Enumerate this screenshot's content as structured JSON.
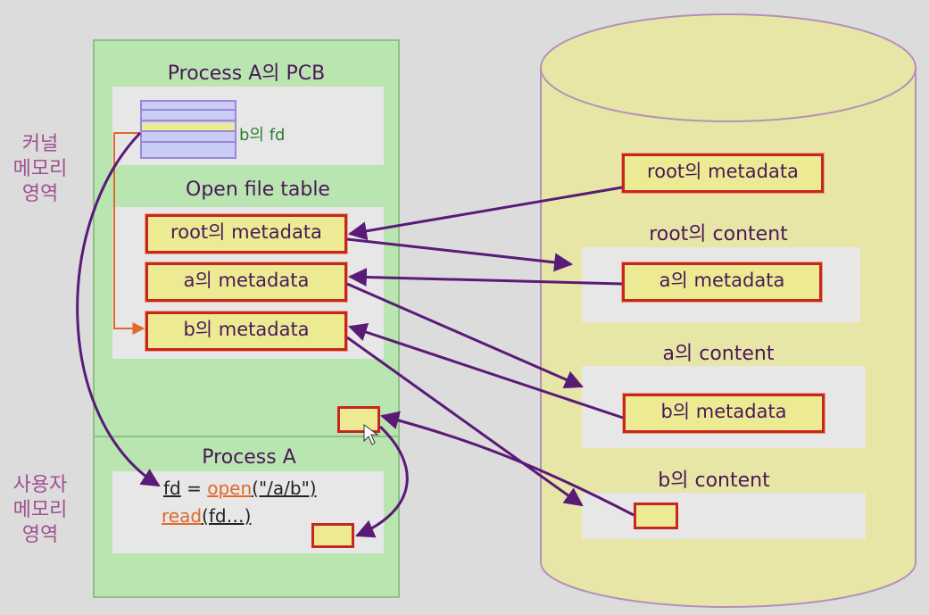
{
  "side_labels": {
    "kernel": [
      "커널",
      "메모리",
      "영역"
    ],
    "user": [
      "사용자",
      "메모리",
      "영역"
    ]
  },
  "kernel_panel": {
    "pcb_title": "Process A의 PCB",
    "fd_label": "b의 fd",
    "open_file_table_title": "Open file table",
    "entries": [
      "root의 metadata",
      "a의 metadata",
      "b의 metadata"
    ]
  },
  "user_panel": {
    "title": "Process A",
    "code": {
      "line1_var": "fd",
      "line1_eq": " = ",
      "line1_fn": "open",
      "line1_arg": "(\"/a/b\")",
      "line2_fn": "read",
      "line2_arg": "(fd…)"
    }
  },
  "disk": {
    "root_metadata": "root의 metadata",
    "root_content": "root의 content",
    "a_metadata": "a의 metadata",
    "a_content": "a의 content",
    "b_metadata": "b의 metadata",
    "b_content": "b의 content"
  },
  "colors": {
    "panel_green": "#b9e5b1",
    "cylinder_yellow": "#e7e6a6",
    "box_fill": "#eceb93",
    "box_border": "#c8251f",
    "arrow_purple": "#5a1a78",
    "arrow_orange": "#e06a2a",
    "label_pink": "#a0508f"
  }
}
